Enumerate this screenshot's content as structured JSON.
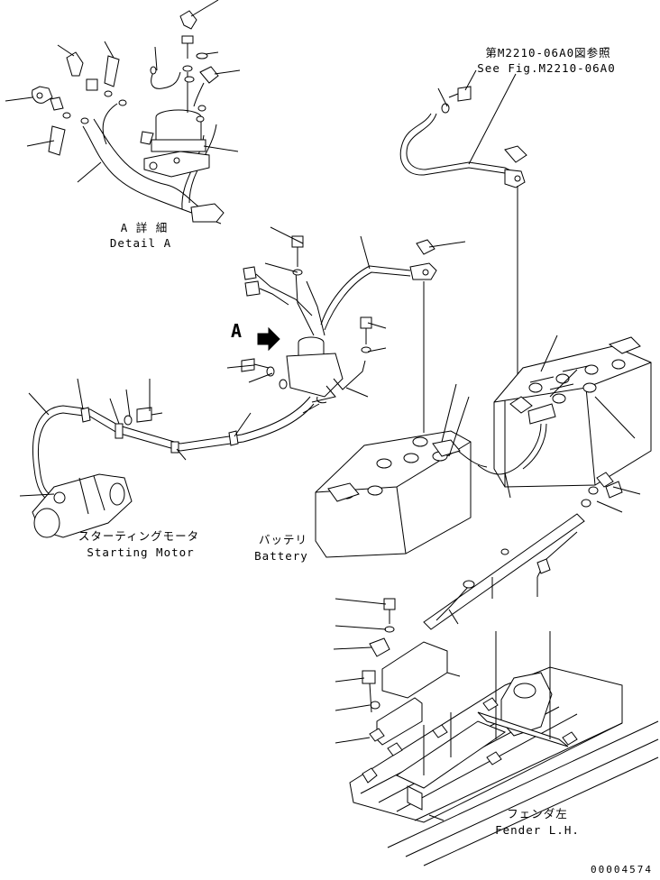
{
  "labels": {
    "detail_a_jp": "A 詳 細",
    "detail_a_en": "Detail A",
    "see_fig_jp": "第M2210-06A0図参照",
    "see_fig_en": "See Fig.M2210-06A0",
    "view_arrow": "A",
    "starting_motor_jp": "スターティングモータ",
    "starting_motor_en": "Starting Motor",
    "battery_jp": "バッテリ",
    "battery_en": "Battery",
    "fender_jp": "フェンダ左",
    "fender_en": "Fender L.H."
  },
  "drawing_number": "00004574",
  "icons": {
    "view_arrow": "bold-right-arrow-icon"
  }
}
